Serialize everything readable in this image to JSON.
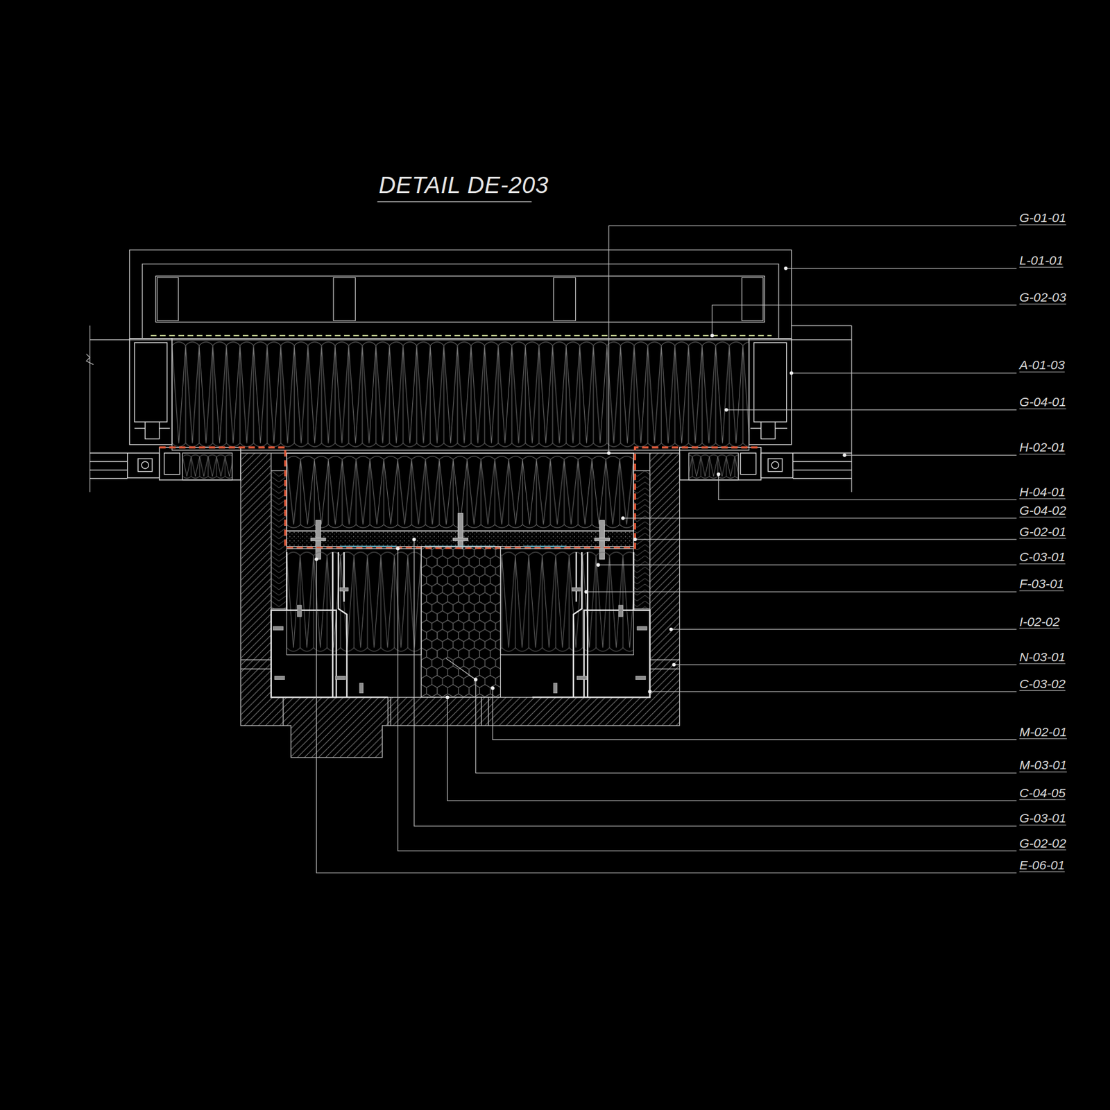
{
  "diagram": {
    "title": "DETAIL DE-203",
    "labels": [
      "G-01-01",
      "L-01-01",
      "G-02-03",
      "A-01-03",
      "G-04-01",
      "H-02-01",
      "H-04-01",
      "G-04-02",
      "G-02-01",
      "C-03-01",
      "F-03-01",
      "I-02-02",
      "N-03-01",
      "C-03-02",
      "M-02-01",
      "M-03-01",
      "C-04-05",
      "G-03-01",
      "G-02-02",
      "E-06-01"
    ]
  }
}
